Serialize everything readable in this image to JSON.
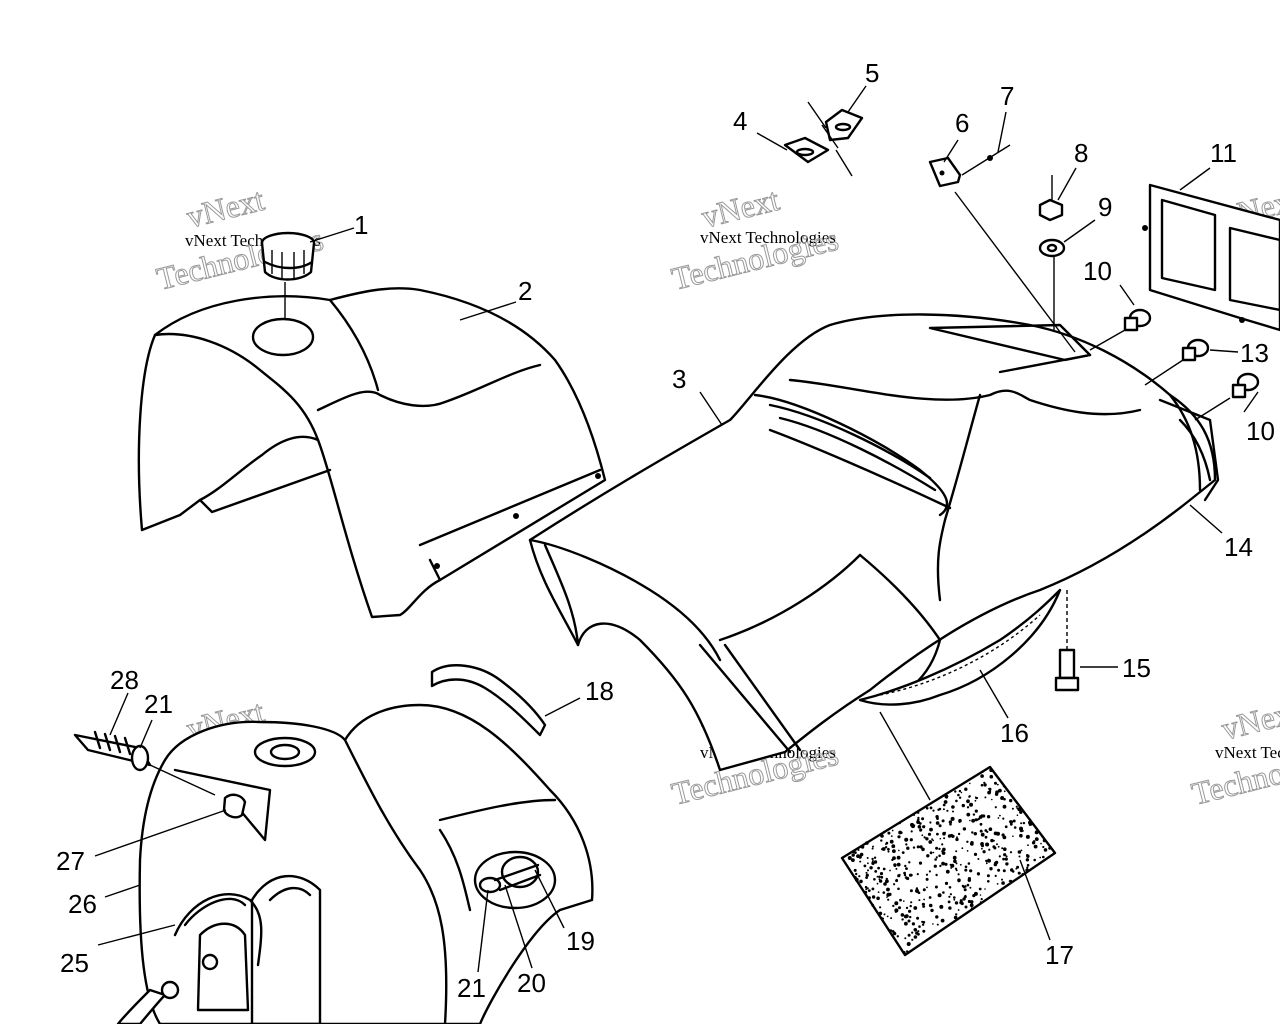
{
  "watermark": {
    "line1": "vNext Technologies",
    "line2": "Technologies",
    "big": "vNext"
  },
  "callouts": [
    {
      "id": "c1",
      "label": "1"
    },
    {
      "id": "c2",
      "label": "2"
    },
    {
      "id": "c3",
      "label": "3"
    },
    {
      "id": "c4",
      "label": "4"
    },
    {
      "id": "c5",
      "label": "5"
    },
    {
      "id": "c6",
      "label": "6"
    },
    {
      "id": "c7",
      "label": "7"
    },
    {
      "id": "c8",
      "label": "8"
    },
    {
      "id": "c9",
      "label": "9"
    },
    {
      "id": "c10a",
      "label": "10"
    },
    {
      "id": "c10b",
      "label": "10"
    },
    {
      "id": "c11",
      "label": "11"
    },
    {
      "id": "c13",
      "label": "13"
    },
    {
      "id": "c14",
      "label": "14"
    },
    {
      "id": "c15",
      "label": "15"
    },
    {
      "id": "c16",
      "label": "16"
    },
    {
      "id": "c17",
      "label": "17"
    },
    {
      "id": "c18",
      "label": "18"
    },
    {
      "id": "c19",
      "label": "19"
    },
    {
      "id": "c20",
      "label": "20"
    },
    {
      "id": "c21a",
      "label": "21"
    },
    {
      "id": "c21b",
      "label": "21"
    },
    {
      "id": "c25",
      "label": "25"
    },
    {
      "id": "c26",
      "label": "26"
    },
    {
      "id": "c27",
      "label": "27"
    },
    {
      "id": "c28",
      "label": "28"
    }
  ]
}
